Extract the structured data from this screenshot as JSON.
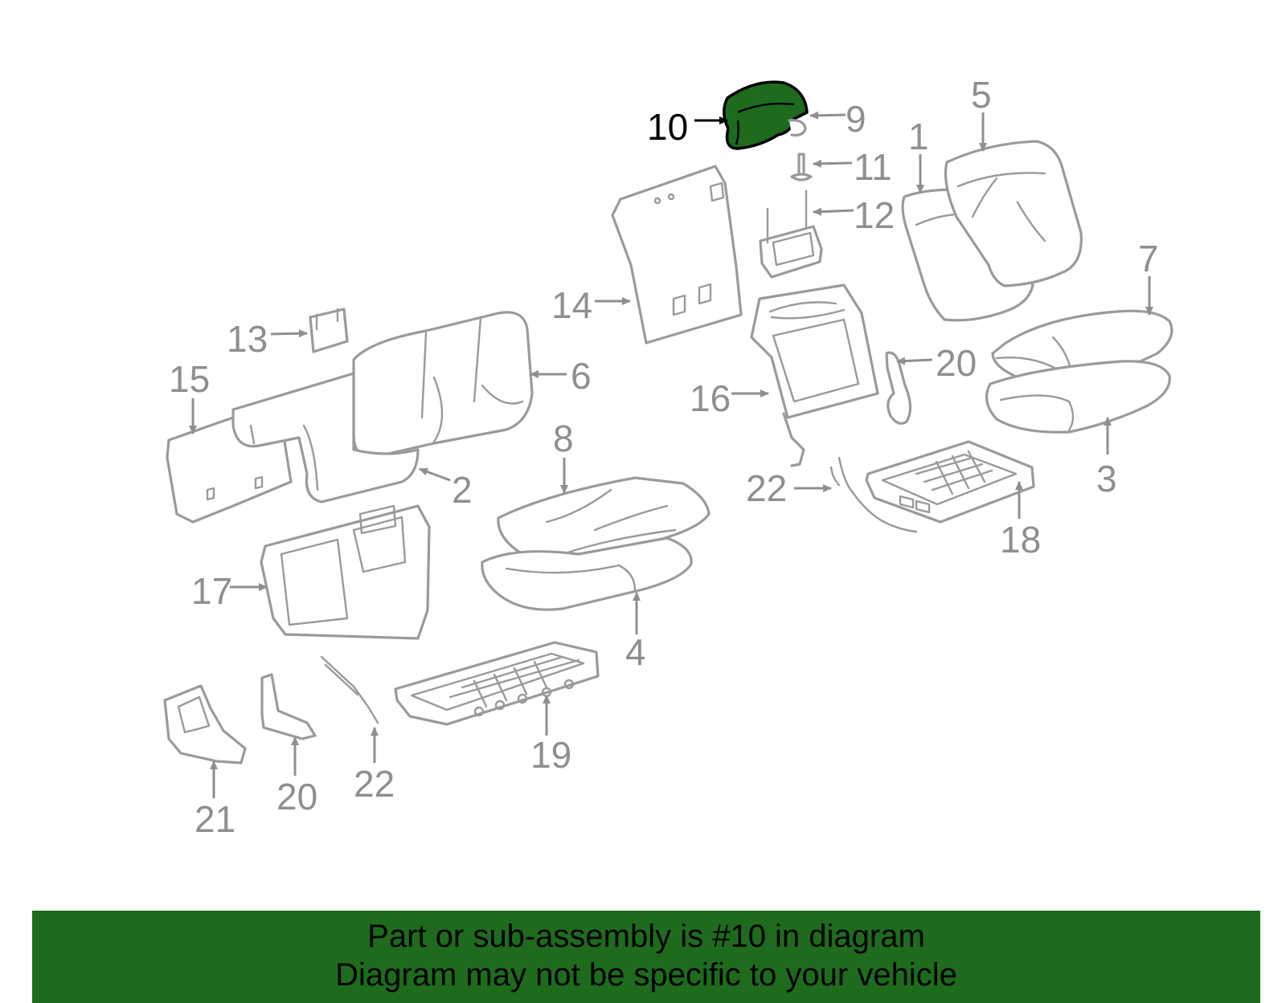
{
  "colors": {
    "highlight": "#1e6b1e",
    "outline": "#9a9a9a",
    "label": "#8f8f8f",
    "text": "#000000"
  },
  "callouts": {
    "c10": "10",
    "c9": "9",
    "c11": "11",
    "c12": "12",
    "c1": "1",
    "c5": "5",
    "c7": "7",
    "c14": "14",
    "c13": "13",
    "c15": "15",
    "c6": "6",
    "c2": "2",
    "c8": "8",
    "c16": "16",
    "c20a": "20",
    "c3": "3",
    "c22a": "22",
    "c18": "18",
    "c17": "17",
    "c4": "4",
    "c19": "19",
    "c21": "21",
    "c20b": "20",
    "c22b": "22"
  },
  "highlighted_part": "10",
  "banner": {
    "line1": "Part or sub-assembly is #10 in diagram",
    "line2": "Diagram may not be specific to your vehicle"
  }
}
